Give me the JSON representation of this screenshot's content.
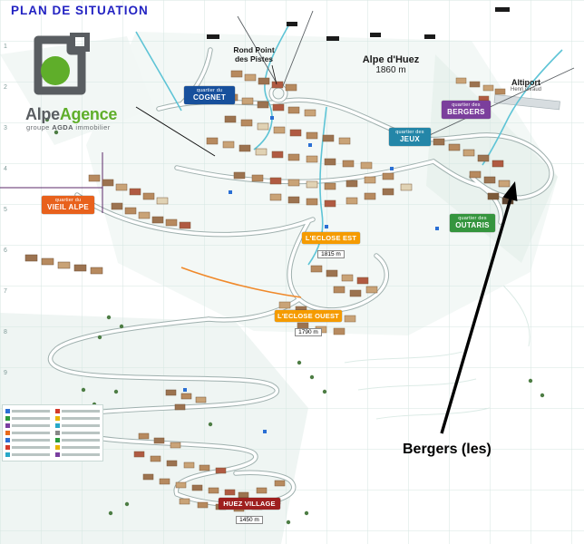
{
  "page": {
    "title": "PLAN DE SITUATION"
  },
  "logo": {
    "brand_part1": "Alpe",
    "brand_part2": "Agence",
    "subtitle_pre": "groupe ",
    "subtitle_bold": "AGDA",
    "subtitle_post": " immobilier",
    "colors": {
      "green": "#5fae2a",
      "gray": "#595d61"
    }
  },
  "map": {
    "resort": {
      "name": "Alpe d'Huez",
      "altitude": "1860 m"
    },
    "rond_point": {
      "line1": "Rond Point",
      "line2": "des Pistes"
    },
    "altiport": {
      "name": "Altiport",
      "subtitle": "Henri Giraud"
    },
    "quartiers": [
      {
        "prefix": "quartier du",
        "name": "COGNET",
        "color": "#17509c"
      },
      {
        "prefix": "quartier des",
        "name": "BERGERS",
        "color": "#7b3f9c"
      },
      {
        "prefix": "quartier des",
        "name": "JEUX",
        "color": "#2486a8"
      },
      {
        "prefix": "quartier du",
        "name": "VIEIL ALPE",
        "color": "#e8611c"
      },
      {
        "prefix": "quartier des",
        "name": "OUTARIS",
        "color": "#35953e"
      }
    ],
    "sectors": [
      {
        "name": "L'ECLOSE EST",
        "altitude": "1815 m",
        "color": "#f59b00"
      },
      {
        "name": "L'ECLOSE OUEST",
        "altitude": "1790 m",
        "color": "#f59b00"
      },
      {
        "name": "HUEZ VILLAGE",
        "altitude": "1450 m",
        "color": "#9e1f1f"
      }
    ],
    "grid_rows": [
      "1",
      "2",
      "3",
      "4",
      "5",
      "6",
      "7",
      "8",
      "9"
    ],
    "annotation": {
      "label": "Bergers (les)"
    }
  }
}
